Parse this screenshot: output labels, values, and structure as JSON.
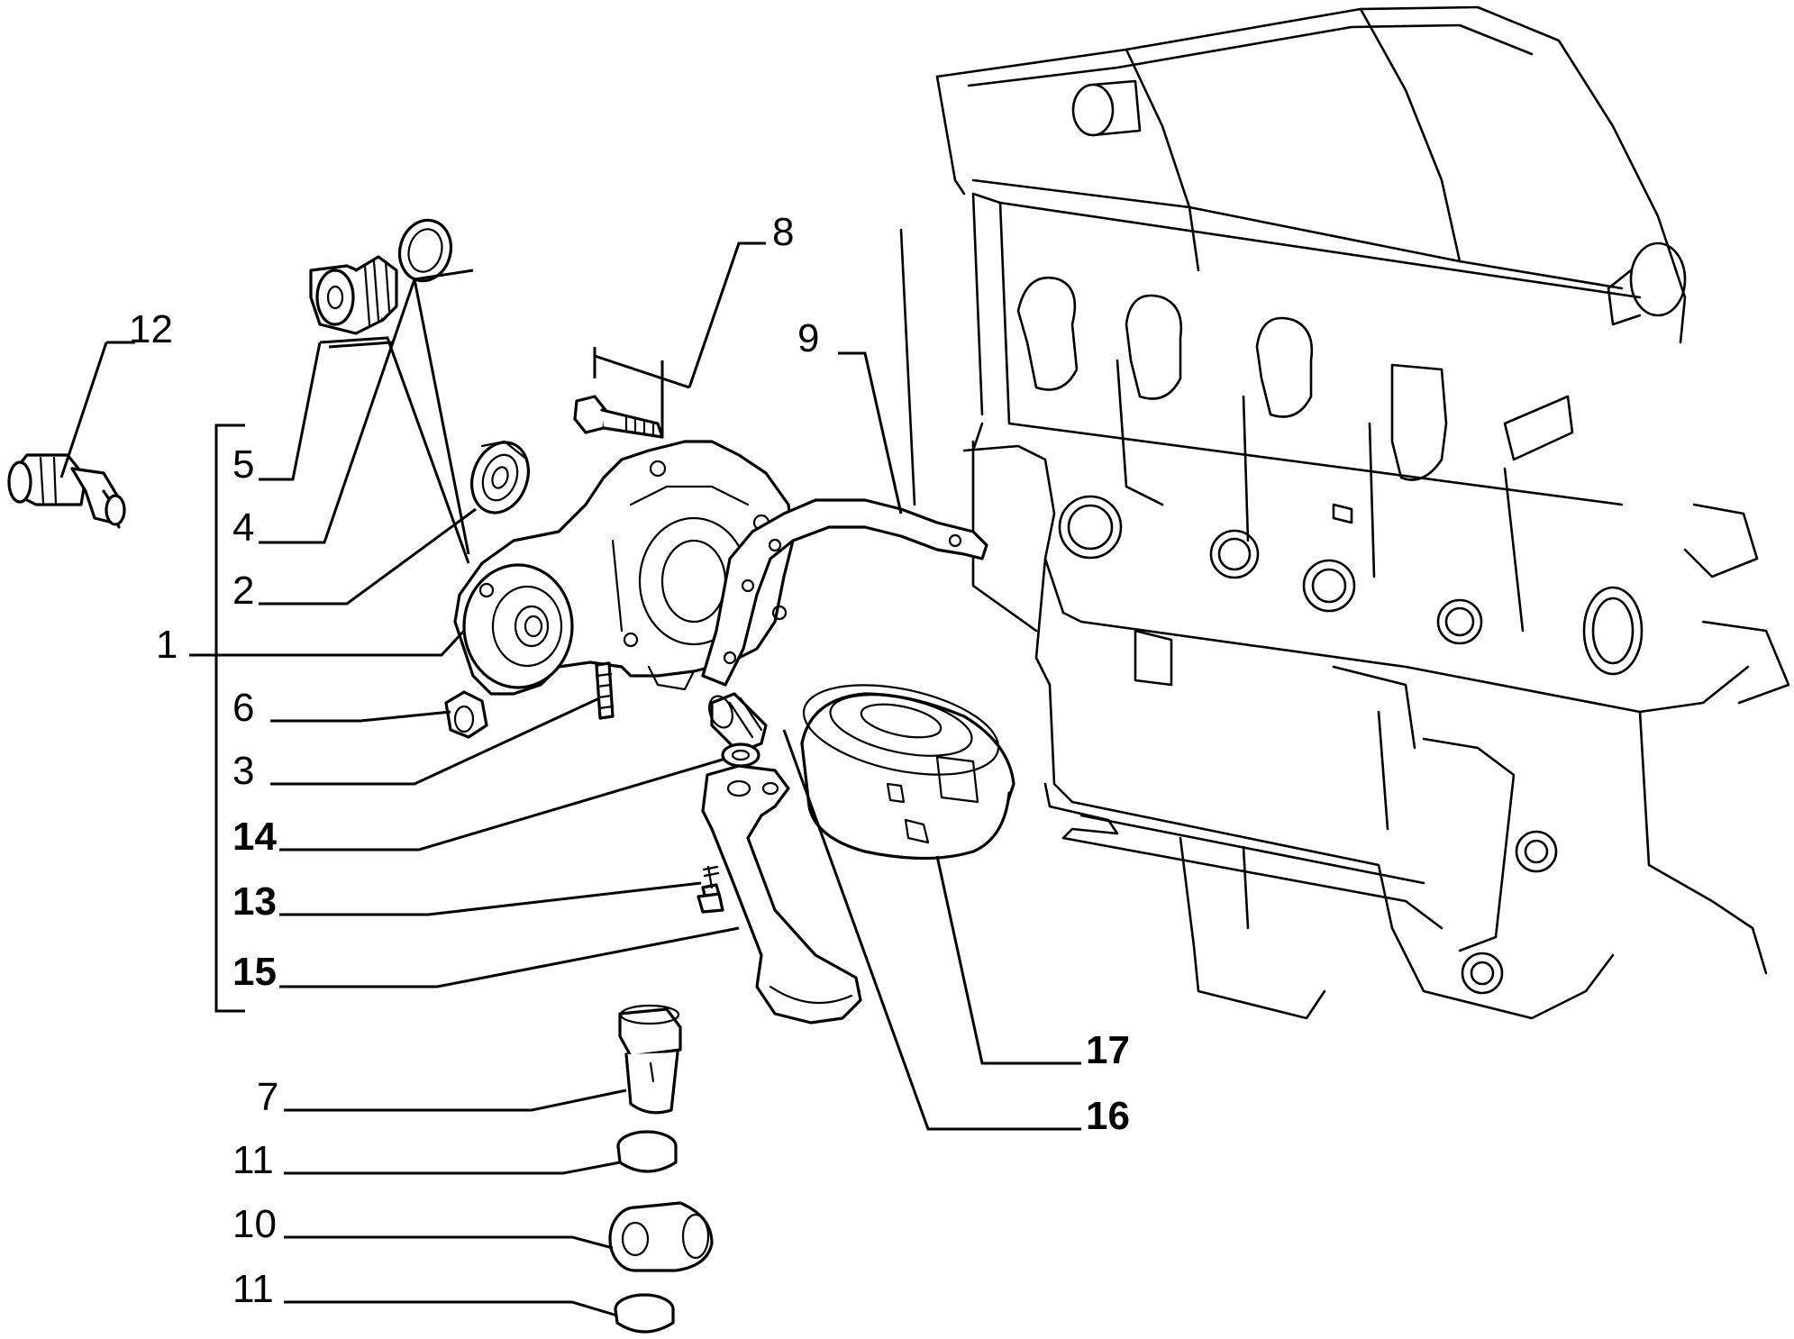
{
  "callouts": [
    {
      "id": "c12",
      "label": "12",
      "bold": false
    },
    {
      "id": "c8",
      "label": "8",
      "bold": false
    },
    {
      "id": "c9",
      "label": "9",
      "bold": false
    },
    {
      "id": "c5",
      "label": "5",
      "bold": false
    },
    {
      "id": "c4",
      "label": "4",
      "bold": false
    },
    {
      "id": "c2",
      "label": "2",
      "bold": false
    },
    {
      "id": "c1",
      "label": "1",
      "bold": false
    },
    {
      "id": "c6",
      "label": "6",
      "bold": false
    },
    {
      "id": "c3",
      "label": "3",
      "bold": false
    },
    {
      "id": "c14",
      "label": "14",
      "bold": true
    },
    {
      "id": "c13",
      "label": "13",
      "bold": true
    },
    {
      "id": "c15",
      "label": "15",
      "bold": true
    },
    {
      "id": "c7",
      "label": "7",
      "bold": false
    },
    {
      "id": "c11a",
      "label": "11",
      "bold": false
    },
    {
      "id": "c10",
      "label": "10",
      "bold": false
    },
    {
      "id": "c11b",
      "label": "11",
      "bold": false
    },
    {
      "id": "c17",
      "label": "17",
      "bold": true
    },
    {
      "id": "c16",
      "label": "16",
      "bold": true
    }
  ]
}
